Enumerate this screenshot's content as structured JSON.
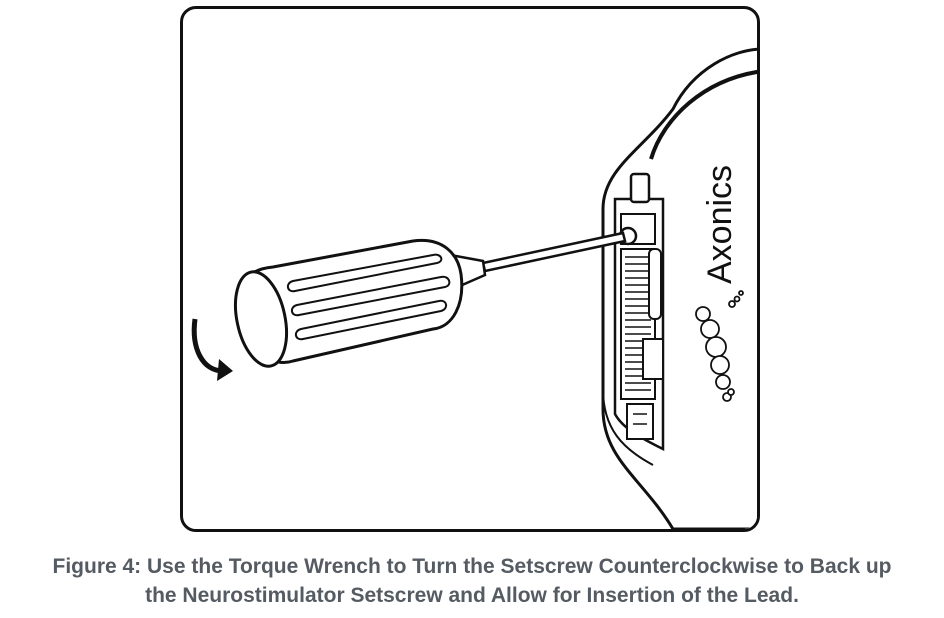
{
  "illustration": {
    "device_brand": "Axonics"
  },
  "caption": {
    "line1": "Figure 4: Use the Torque Wrench to Turn the Setscrew Counterclockwise to Back up",
    "line2": "the Neurostimulator Setscrew and Allow for Insertion of the Lead."
  }
}
